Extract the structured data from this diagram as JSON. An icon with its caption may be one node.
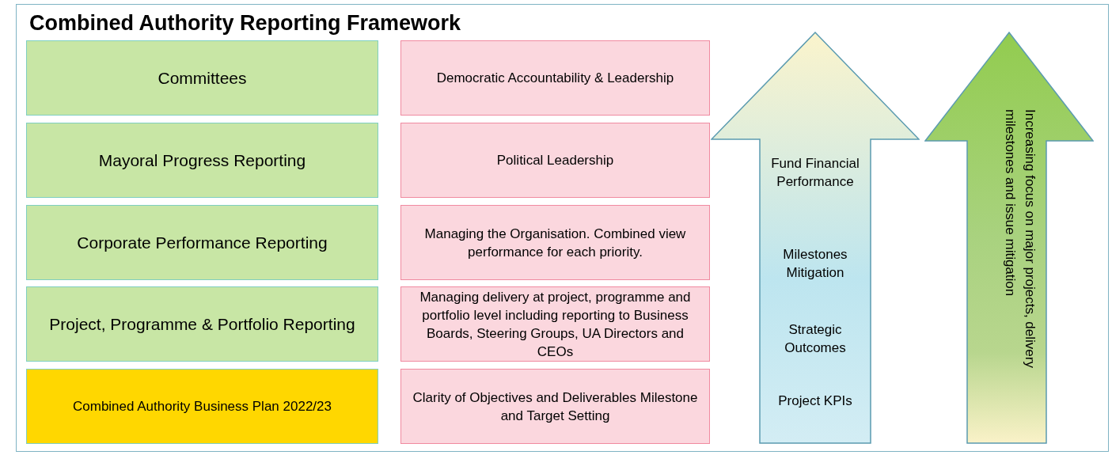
{
  "diagram": {
    "title": "Combined Authority Reporting Framework",
    "nodes": [
      {
        "text": [
          "Committees"
        ]
      },
      {
        "text": [
          "Democratic Accountability & Leadership"
        ]
      },
      {
        "text": [
          "Mayoral Progress Reporting"
        ]
      },
      {
        "text": [
          "Political Leadership"
        ]
      },
      {
        "text": [
          "Corporate Performance Reporting"
        ]
      },
      {
        "text": [
          "Managing the Organisation. Combined view performance for each priority."
        ]
      },
      {
        "text": [
          "Project, Programme & Portfolio Reporting"
        ]
      },
      {
        "text": [
          "Managing delivery at project, programme and portfolio level including reporting to Business Boards, Steering Groups, UA Directors and CEOs"
        ]
      },
      {
        "text": [
          "Combined Authority Business Plan 2022/23"
        ]
      },
      {
        "text": [
          "Clarity of Objectives and Deliverables Milestone and Target Setting"
        ]
      },
      {
        "text": [
          "Fund Financial Performance",
          "Milestones Mitigation",
          "Strategic Outcomes",
          "Project KPIs"
        ]
      },
      {
        "text": [
          "Increasing focus on major projects, delivery milestones and issue mitigation"
        ]
      }
    ]
  }
}
